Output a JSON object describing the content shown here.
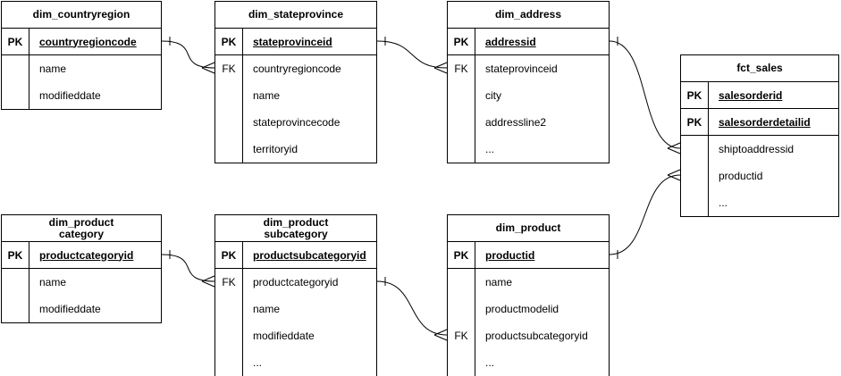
{
  "colors": {
    "background": "#ffffff",
    "line_color": "#000000",
    "text_color": "#000000"
  },
  "tables": [
    {
      "id": "dim_countryregion",
      "title": "dim_countryregion",
      "rows": [
        {
          "key": "PK",
          "field": "countryregioncode",
          "pk": true
        },
        {
          "key": "",
          "field": "name",
          "pk": false
        },
        {
          "key": "",
          "field": "modifieddate",
          "pk": false
        }
      ]
    },
    {
      "id": "dim_stateprovince",
      "title": "dim_stateprovince",
      "rows": [
        {
          "key": "PK",
          "field": "stateprovinceid",
          "pk": true
        },
        {
          "key": "FK",
          "field": "countryregioncode",
          "pk": false
        },
        {
          "key": "",
          "field": "name",
          "pk": false
        },
        {
          "key": "",
          "field": "stateprovincecode",
          "pk": false
        },
        {
          "key": "",
          "field": "territoryid",
          "pk": false
        }
      ]
    },
    {
      "id": "dim_address",
      "title": "dim_address",
      "rows": [
        {
          "key": "PK",
          "field": "addressid",
          "pk": true
        },
        {
          "key": "FK",
          "field": "stateprovinceid",
          "pk": false
        },
        {
          "key": "",
          "field": "city",
          "pk": false
        },
        {
          "key": "",
          "field": "addressline2",
          "pk": false
        },
        {
          "key": "",
          "field": "...",
          "pk": false
        }
      ]
    },
    {
      "id": "fct_sales",
      "title": "fct_sales",
      "rows": [
        {
          "key": "PK",
          "field": "salesorderid",
          "pk": true
        },
        {
          "key": "PK",
          "field": "salesorderdetailid",
          "pk": true
        },
        {
          "key": "",
          "field": "shiptoaddressid",
          "pk": false
        },
        {
          "key": "",
          "field": "productid",
          "pk": false
        },
        {
          "key": "",
          "field": "...",
          "pk": false
        }
      ]
    },
    {
      "id": "dim_productcategory",
      "title": "dim_product\ncategory",
      "rows": [
        {
          "key": "PK",
          "field": "productcategoryid",
          "pk": true
        },
        {
          "key": "",
          "field": "name",
          "pk": false
        },
        {
          "key": "",
          "field": "modifieddate",
          "pk": false
        }
      ]
    },
    {
      "id": "dim_productsubcategory",
      "title": "dim_product\nsubcategory",
      "rows": [
        {
          "key": "PK",
          "field": "productsubcategoryid",
          "pk": true
        },
        {
          "key": "FK",
          "field": "productcategoryid",
          "pk": false
        },
        {
          "key": "",
          "field": "name",
          "pk": false
        },
        {
          "key": "",
          "field": "modifieddate",
          "pk": false
        },
        {
          "key": "",
          "field": "...",
          "pk": false
        }
      ]
    },
    {
      "id": "dim_product",
      "title": "dim_product",
      "rows": [
        {
          "key": "PK",
          "field": "productid",
          "pk": true
        },
        {
          "key": "",
          "field": "name",
          "pk": false
        },
        {
          "key": "",
          "field": "productmodelid",
          "pk": false
        },
        {
          "key": "FK",
          "field": "productsubcategoryid",
          "pk": false
        },
        {
          "key": "",
          "field": "...",
          "pk": false
        }
      ]
    }
  ],
  "relationships": [
    {
      "from_table": "dim_countryregion",
      "from_field": "countryregioncode",
      "to_table": "dim_stateprovince",
      "to_field": "countryregioncode",
      "cardinality": "one-to-many"
    },
    {
      "from_table": "dim_stateprovince",
      "from_field": "stateprovinceid",
      "to_table": "dim_address",
      "to_field": "stateprovinceid",
      "cardinality": "one-to-many"
    },
    {
      "from_table": "dim_address",
      "from_field": "addressid",
      "to_table": "fct_sales",
      "to_field": "shiptoaddressid",
      "cardinality": "one-to-many"
    },
    {
      "from_table": "dim_product",
      "from_field": "productid",
      "to_table": "fct_sales",
      "to_field": "productid",
      "cardinality": "one-to-many"
    },
    {
      "from_table": "dim_productcategory",
      "from_field": "productcategoryid",
      "to_table": "dim_productsubcategory",
      "to_field": "productcategoryid",
      "cardinality": "one-to-many"
    },
    {
      "from_table": "dim_productsubcategory",
      "from_field": "productsubcategoryid",
      "to_table": "dim_product",
      "to_field": "productsubcategoryid",
      "cardinality": "one-to-many"
    }
  ]
}
